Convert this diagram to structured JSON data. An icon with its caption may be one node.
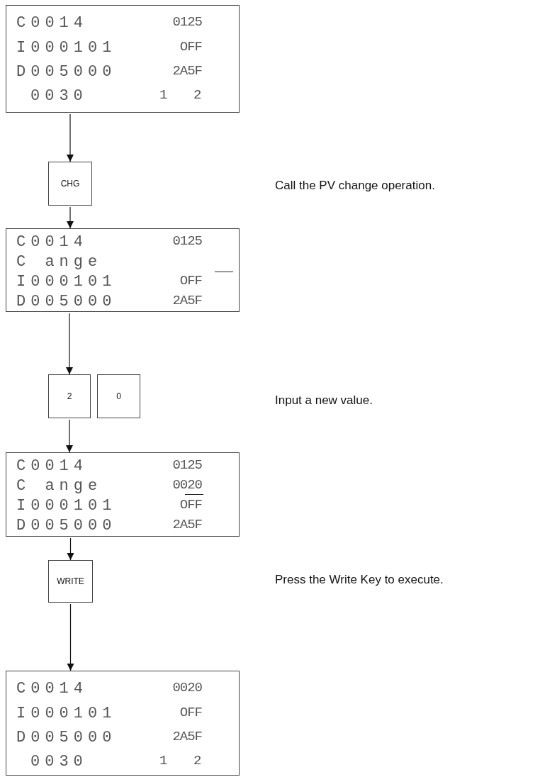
{
  "diagram": {
    "nodes": [
      {
        "text": [
          "C0014",
          "0125",
          "I000101",
          "OFF",
          "D005000",
          "2A5F",
          "0030",
          "1",
          "2"
        ]
      },
      {
        "text": [
          "CHG"
        ]
      },
      {
        "text": [
          "C0014",
          "0125",
          "C ange",
          "I000101",
          "OFF",
          "D005000",
          "2A5F"
        ]
      },
      {
        "text": [
          "2"
        ]
      },
      {
        "text": [
          "0"
        ]
      },
      {
        "text": [
          "C0014",
          "0125",
          "C ange",
          "0020",
          "I000101",
          "OFF",
          "D005000",
          "2A5F"
        ]
      },
      {
        "text": [
          "WRITE"
        ]
      },
      {
        "text": [
          "C0014",
          "0020",
          "I000101",
          "OFF",
          "D005000",
          "2A5F",
          "0030",
          "1",
          "2"
        ]
      }
    ],
    "edges": [
      {
        "from": 0,
        "to": 1,
        "arrow": "to"
      },
      {
        "from": 1,
        "to": 2,
        "arrow": "to"
      },
      {
        "from": 2,
        "to": 3,
        "arrow": "to"
      },
      {
        "from": 3,
        "to": 5,
        "arrow": "to"
      },
      {
        "from": 5,
        "to": 6,
        "arrow": "to"
      },
      {
        "from": 6,
        "to": 7,
        "arrow": "to"
      }
    ],
    "labels": [
      "Call the PV change operation.",
      "Input a new value.",
      "Press the Write Key to execute."
    ]
  }
}
